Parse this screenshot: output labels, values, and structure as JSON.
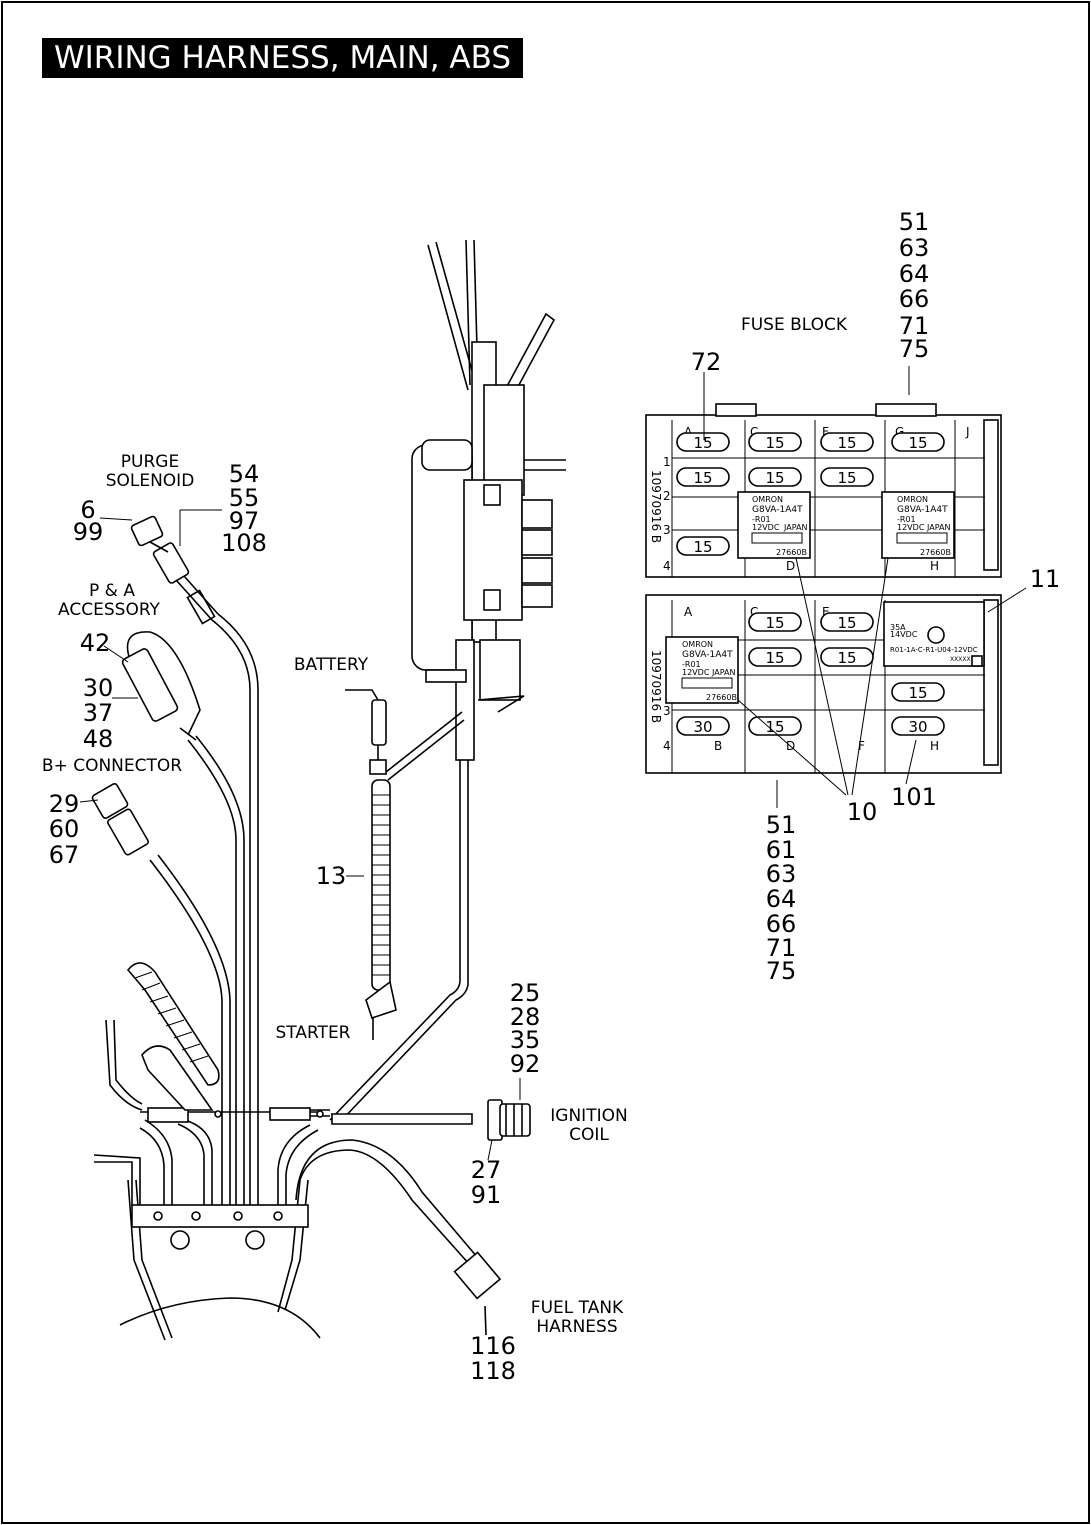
{
  "title": "WIRING HARNESS, MAIN, ABS",
  "labels": {
    "fuse_block": "FUSE BLOCK",
    "purge_1": "PURGE",
    "purge_2": "SOLENOID",
    "pa_1": "P & A",
    "pa_2": "ACCESSORY",
    "bplus": "B+ CONNECTOR",
    "battery": "BATTERY",
    "starter": "STARTER",
    "ign_1": "IGNITION",
    "ign_2": "COIL",
    "fuel_1": "FUEL TANK",
    "fuel_2": "HARNESS"
  },
  "callouts": {
    "fuse_top": [
      "51",
      "63",
      "64",
      "66",
      "71",
      "75"
    ],
    "c72": "72",
    "c11": "11",
    "c10": "10",
    "c101": "101",
    "fuse_bottom": [
      "51",
      "61",
      "63",
      "64",
      "66",
      "71",
      "75"
    ],
    "purge_left": [
      "6",
      "99"
    ],
    "purge_right": [
      "54",
      "55",
      "97",
      "108"
    ],
    "pa": [
      "42",
      "30",
      "37",
      "48"
    ],
    "bplus": [
      "29",
      "60",
      "67"
    ],
    "c13": "13",
    "ign_top": [
      "25",
      "28",
      "35",
      "92"
    ],
    "ign_bottom": [
      "27",
      "91"
    ],
    "fuel": [
      "116",
      "118"
    ]
  },
  "fuse_block": {
    "fuse_15": "15",
    "fuse_30": "30",
    "cols": [
      "A",
      "C",
      "F",
      "G",
      "J",
      "D",
      "H",
      "B",
      "E"
    ],
    "rows": [
      "1",
      "2",
      "3",
      "4"
    ],
    "part_no": "10970916 B",
    "relay_1": "OMRON",
    "relay_2": "G8VA-1A4T",
    "relay_3": "-R01",
    "relay_4": "12VDC",
    "relay_5": "JAPAN",
    "relay_6": "27660B",
    "big_relay_1": "35A",
    "big_relay_2": "14VDC",
    "big_relay_3": "R01-1A-C-R1-U04-12VDC",
    "big_relay_4": "XXXXX"
  }
}
